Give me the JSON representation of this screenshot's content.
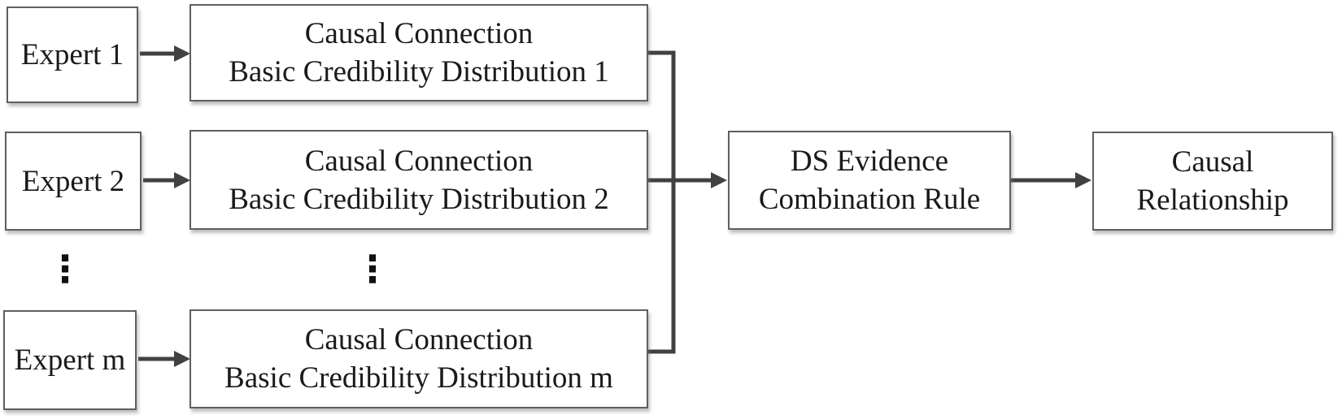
{
  "theme": {
    "border_color": "#5f5f5f",
    "arrow_color": "#414141",
    "text_color": "#1a1a1a",
    "box_bg": "#ffffff",
    "page_bg": "#ffffff"
  },
  "diagram": {
    "experts": [
      {
        "label": "Expert 1"
      },
      {
        "label": "Expert 2"
      },
      {
        "label": "Expert m"
      }
    ],
    "distributions": [
      {
        "line1": "Causal Connection",
        "line2": "Basic Credibility Distribution 1"
      },
      {
        "line1": "Causal Connection",
        "line2": "Basic Credibility Distribution 2"
      },
      {
        "line1": "Causal Connection",
        "line2": "Basic Credibility Distribution m"
      }
    ],
    "ellipsis_glyph": "⋮",
    "combination_rule": {
      "line1": "DS Evidence",
      "line2": "Combination Rule"
    },
    "result": {
      "line1": "Causal",
      "line2": "Relationship"
    }
  }
}
